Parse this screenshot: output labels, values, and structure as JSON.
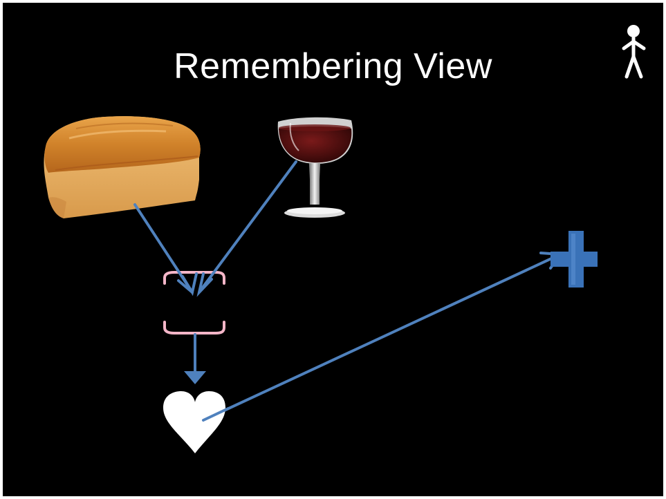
{
  "slide": {
    "title": "Remembering View"
  },
  "icons": {
    "person": "stick-figure-icon",
    "bread": "bread-loaf-image",
    "wine": "wine-glass-image",
    "bracket": "bracket-icon",
    "heart": "heart-icon",
    "cross": "plus-cross-icon"
  },
  "colors": {
    "background": "#000000",
    "text": "#ffffff",
    "arrow": "#4f81bd",
    "bracket": "#f4b6c8",
    "cross": "#3a72b8",
    "heart": "#ffffff"
  }
}
